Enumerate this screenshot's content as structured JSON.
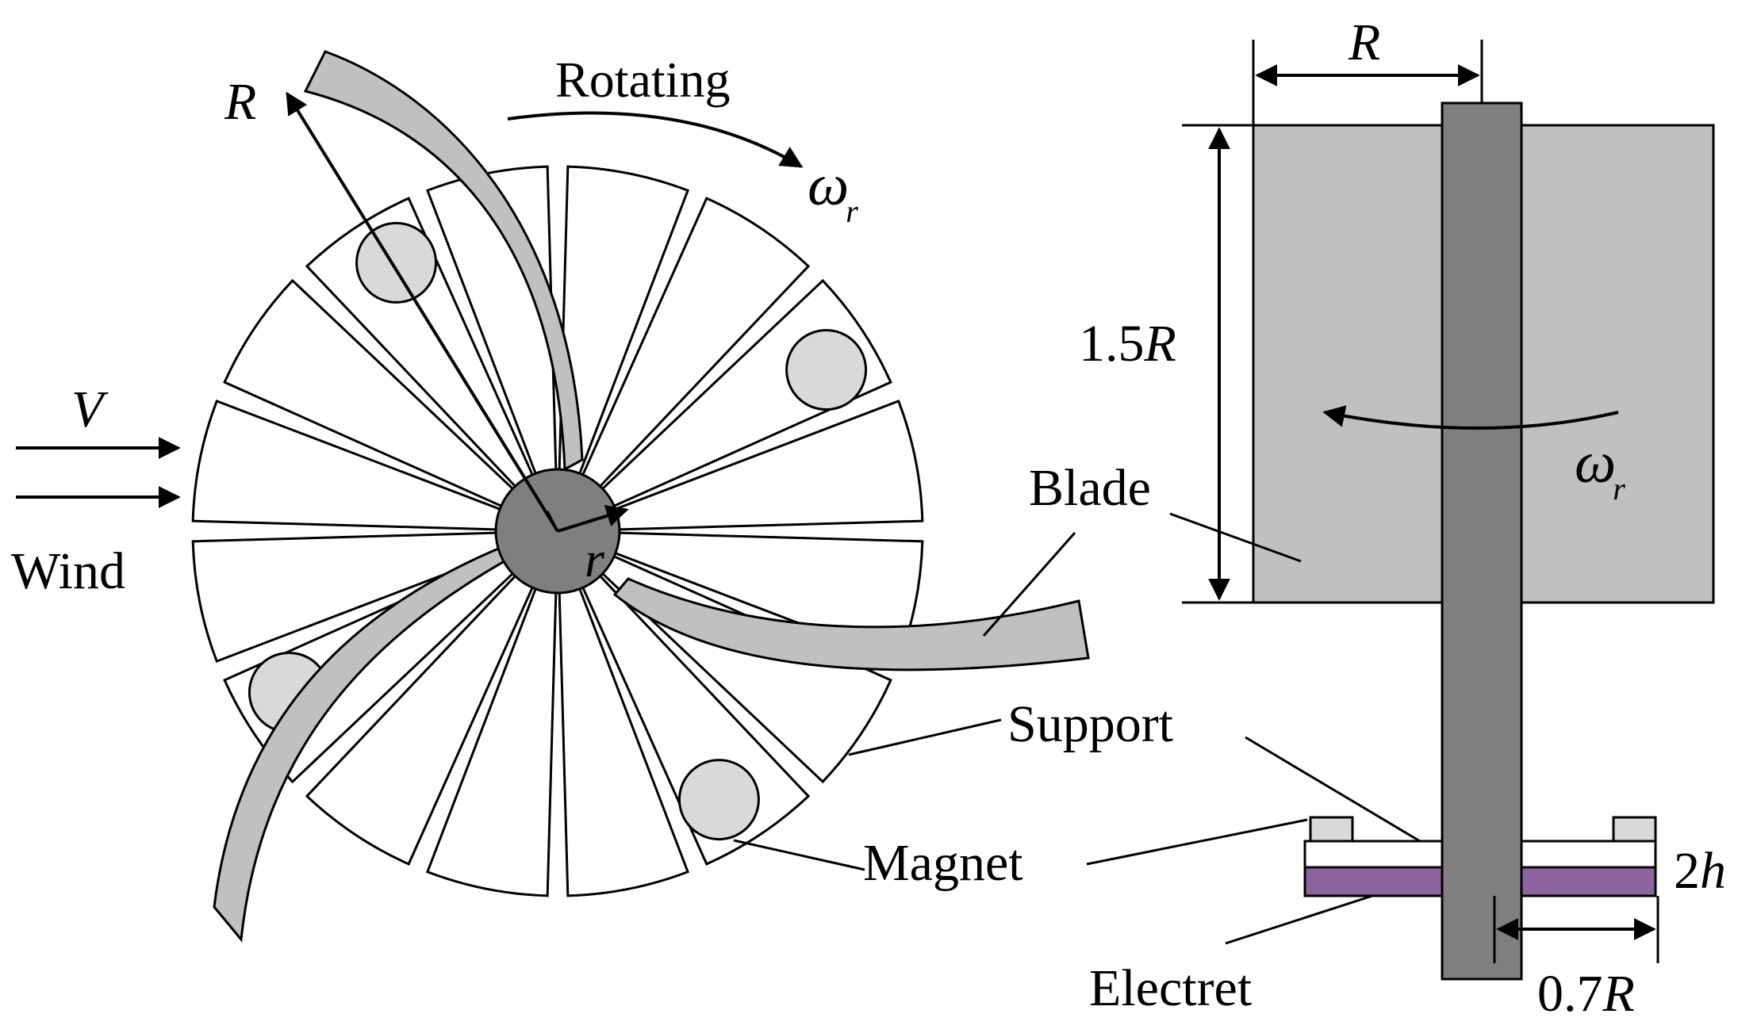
{
  "left_view": {
    "label_radius": "R",
    "label_rotating": "Rotating",
    "label_omega": "ω",
    "label_omega_sub": "r",
    "label_wind_speed": "V",
    "label_wind": "Wind",
    "label_hub_radius": "r",
    "label_blade": "Blade",
    "label_support": "Support",
    "label_magnet": "Magnet",
    "label_electret": "Electret"
  },
  "right_view": {
    "label_radius": "R",
    "label_height": "1.5R",
    "label_height_num": "1.5",
    "label_height_var": "R",
    "label_omega": "ω",
    "label_omega_sub": "r",
    "label_thickness": "2h",
    "label_thickness_num": "2",
    "label_thickness_var": "h",
    "label_offset": "0.7R",
    "label_offset_num": "0.7",
    "label_offset_var": "R"
  },
  "colors": {
    "blade_gray": "#c0c0c0",
    "shaft_gray": "#7f7f7f",
    "magnet_fill": "#d9d9d9",
    "electret_purple": "#8e64a0"
  }
}
